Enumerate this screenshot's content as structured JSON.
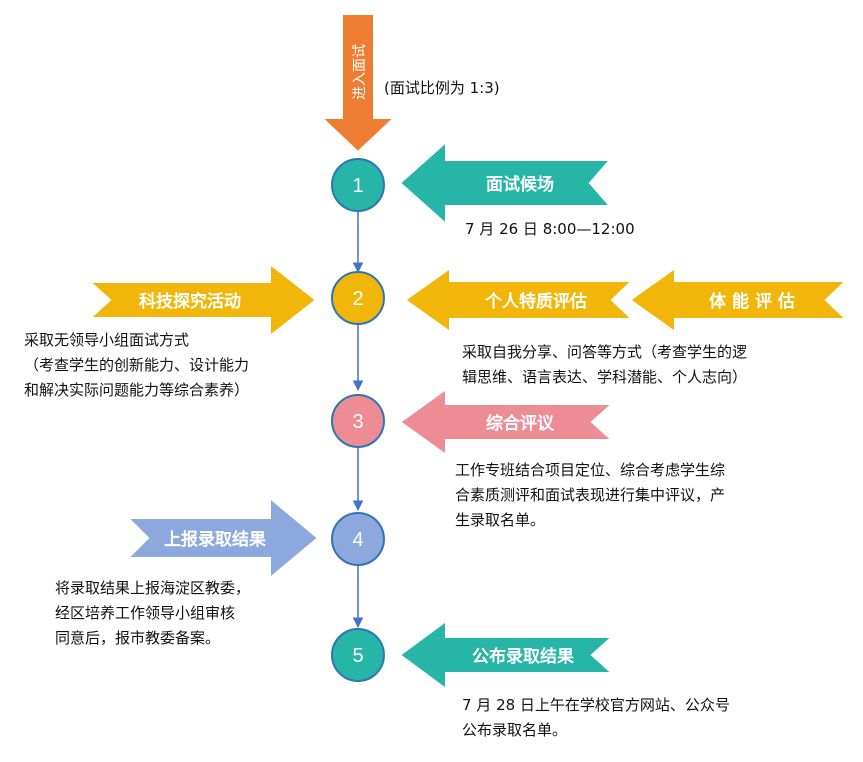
{
  "colors": {
    "orange": "#ED7D31",
    "teal": "#27B5A8",
    "gold": "#F2B60A",
    "pink": "#EE8C95",
    "blue": "#8CA8DC",
    "node_outline": "#2E75B6",
    "connector": "#4472C4"
  },
  "entry": {
    "arrow_label": "进入面试",
    "ratio_note": "(面试比例为 1:3)"
  },
  "steps": [
    {
      "num": "1"
    },
    {
      "num": "2"
    },
    {
      "num": "3"
    },
    {
      "num": "4"
    },
    {
      "num": "5"
    }
  ],
  "arrows": {
    "waiting": "面试候场",
    "tech_activity": "科技探究活动",
    "personal_eval": "个人特质评估",
    "physical_eval": "体 能 评 估",
    "comprehensive": "综合评议",
    "report": "上报录取结果",
    "publish": "公布录取结果"
  },
  "texts": {
    "waiting_time": "7 月 26 日 8:00—12:00",
    "tech_desc": [
      "采取无领导小组面试方式",
      "（考查学生的创新能力、设计能力",
      "和解决实际问题能力等综合素养）"
    ],
    "personal_desc": [
      "采取自我分享、问答等方式（考查学生的逻",
      "辑思维、语言表达、学科潜能、个人志向）"
    ],
    "comprehensive_desc": [
      "工作专班结合项目定位、综合考虑学生综",
      "合素质测评和面试表现进行集中评议，产",
      "生录取名单。"
    ],
    "report_desc": [
      "将录取结果上报海淀区教委，",
      "经区培养工作领导小组审核",
      "同意后，报市教委备案。"
    ],
    "publish_desc": [
      "7 月 28 日上午在学校官方网站、公众号",
      "公布录取名单。"
    ]
  }
}
